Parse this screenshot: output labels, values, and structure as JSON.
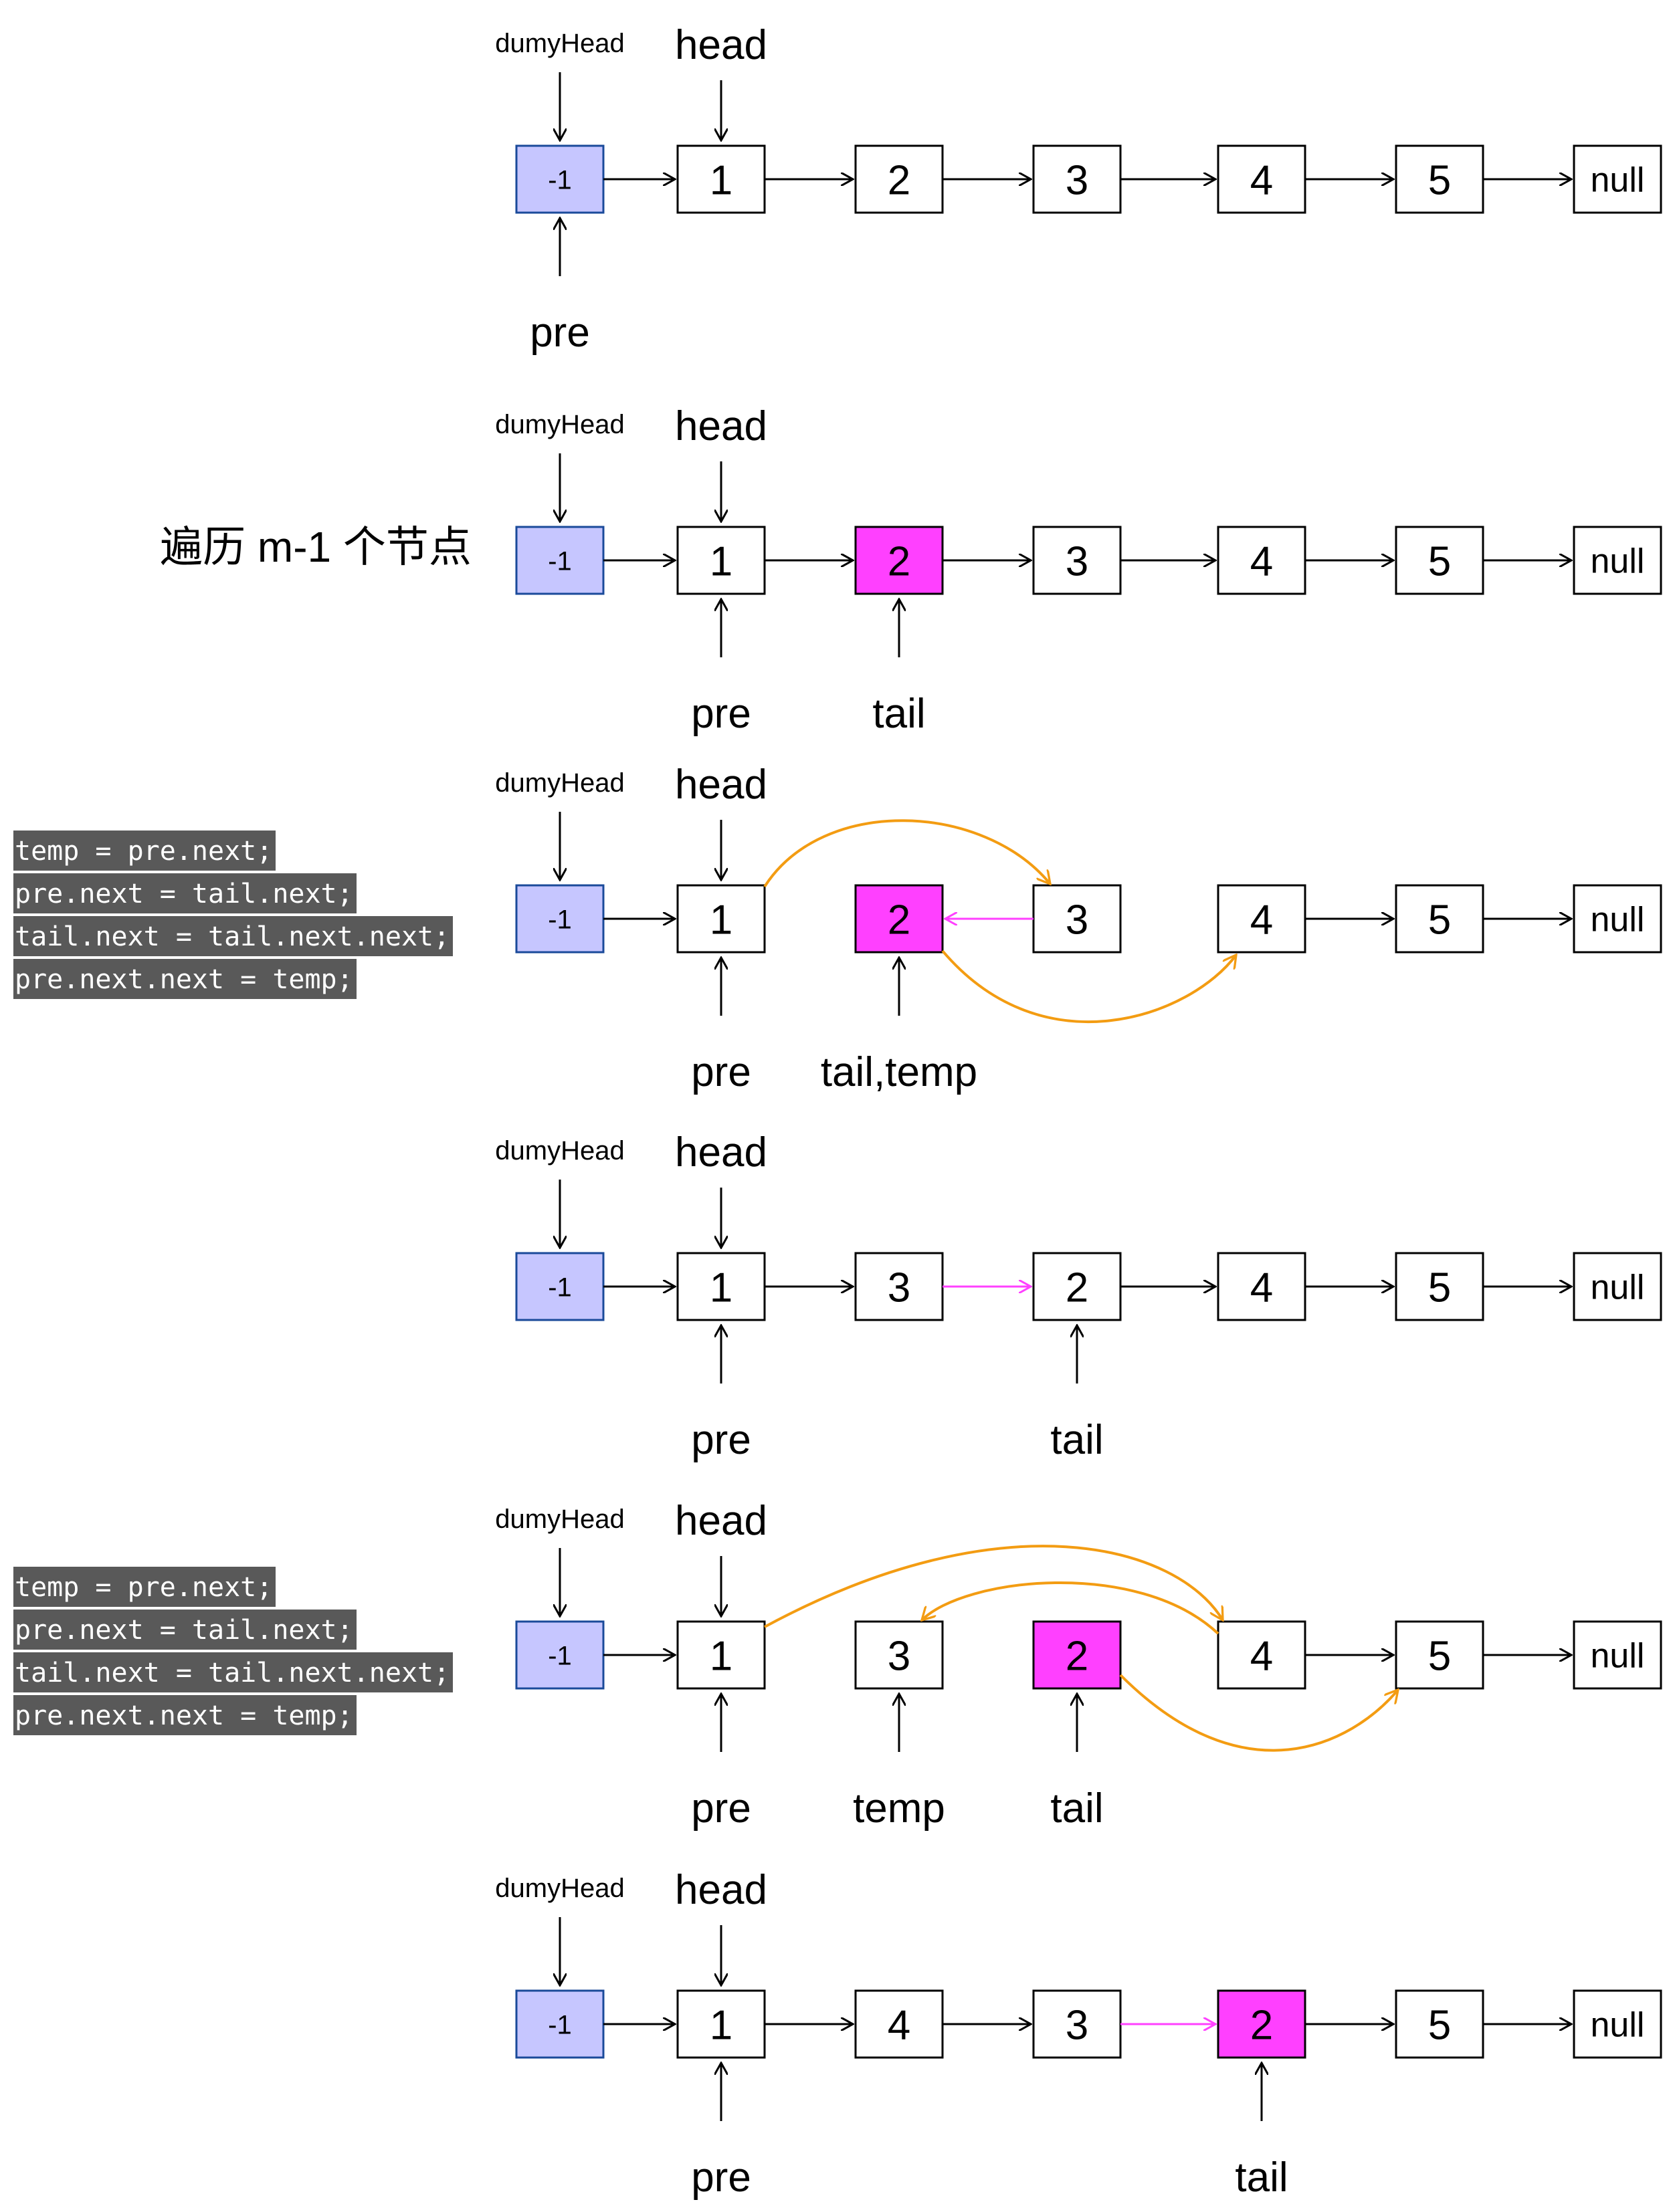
{
  "colors": {
    "dummy_fill": "#c6c6ff",
    "dummy_stroke": "#1a4a9a",
    "highlight_fill": "#ff40ff",
    "magenta_arrow": "#ff40ff",
    "orange_arrow": "#f39c12",
    "code_bg": "#595959",
    "code_text": "#ffffff"
  },
  "labels": {
    "dumyhead": "dumyHead",
    "head": "head",
    "pre": "pre",
    "tail": "tail",
    "temp": "temp",
    "tail_temp": "tail,temp"
  },
  "traverse_note": "遍历 m-1 个节点",
  "code_lines": [
    "temp = pre.next;",
    "pre.next = tail.next;",
    "tail.next = tail.next.next;",
    "pre.next.next = temp;"
  ],
  "rows": [
    {
      "nodes": [
        "-1",
        "1",
        "2",
        "3",
        "4",
        "5",
        "null"
      ],
      "highlight": [],
      "bottom_labels": [
        {
          "node": 0,
          "label": "pre"
        }
      ]
    },
    {
      "nodes": [
        "-1",
        "1",
        "2",
        "3",
        "4",
        "5",
        "null"
      ],
      "highlight": [
        2
      ],
      "bottom_labels": [
        {
          "node": 1,
          "label": "pre"
        },
        {
          "node": 2,
          "label": "tail"
        }
      ]
    },
    {
      "nodes": [
        "-1",
        "1",
        "2",
        "3",
        "4",
        "5",
        "null"
      ],
      "highlight": [
        2
      ],
      "bottom_labels": [
        {
          "node": 1,
          "label": "pre"
        },
        {
          "node": 2,
          "label": "tail_temp"
        }
      ]
    },
    {
      "nodes": [
        "-1",
        "1",
        "3",
        "2",
        "4",
        "5",
        "null"
      ],
      "highlight": [],
      "bottom_labels": [
        {
          "node": 1,
          "label": "pre"
        },
        {
          "node": 3,
          "label": "tail"
        }
      ]
    },
    {
      "nodes": [
        "-1",
        "1",
        "3",
        "2",
        "4",
        "5",
        "null"
      ],
      "highlight": [
        3
      ],
      "bottom_labels": [
        {
          "node": 1,
          "label": "pre"
        },
        {
          "node": 2,
          "label": "temp"
        },
        {
          "node": 3,
          "label": "tail"
        }
      ]
    },
    {
      "nodes": [
        "-1",
        "1",
        "4",
        "3",
        "2",
        "5",
        "null"
      ],
      "highlight": [
        4
      ],
      "bottom_labels": [
        {
          "node": 1,
          "label": "pre"
        },
        {
          "node": 4,
          "label": "tail"
        }
      ]
    }
  ]
}
